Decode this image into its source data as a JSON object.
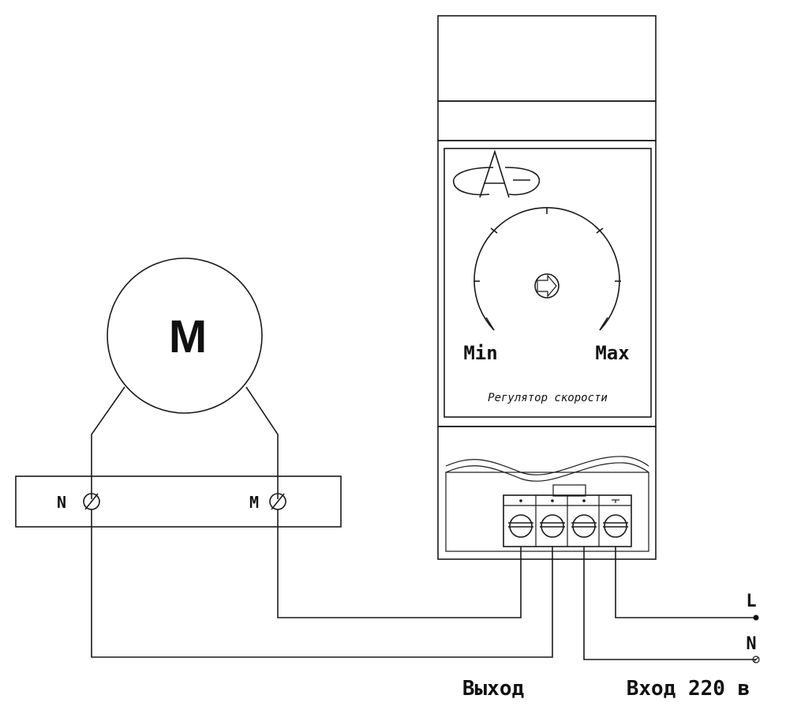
{
  "motor": {
    "symbol": "M"
  },
  "terminal_block": {
    "left_label": "N",
    "right_label": "M"
  },
  "regulator": {
    "min_label": "Min",
    "max_label": "Max",
    "device_title": "Регулятор скорости"
  },
  "mains": {
    "line_label": "L",
    "neutral_label": "N"
  },
  "captions": {
    "output": "Выход",
    "input": "Вход 220 в"
  }
}
